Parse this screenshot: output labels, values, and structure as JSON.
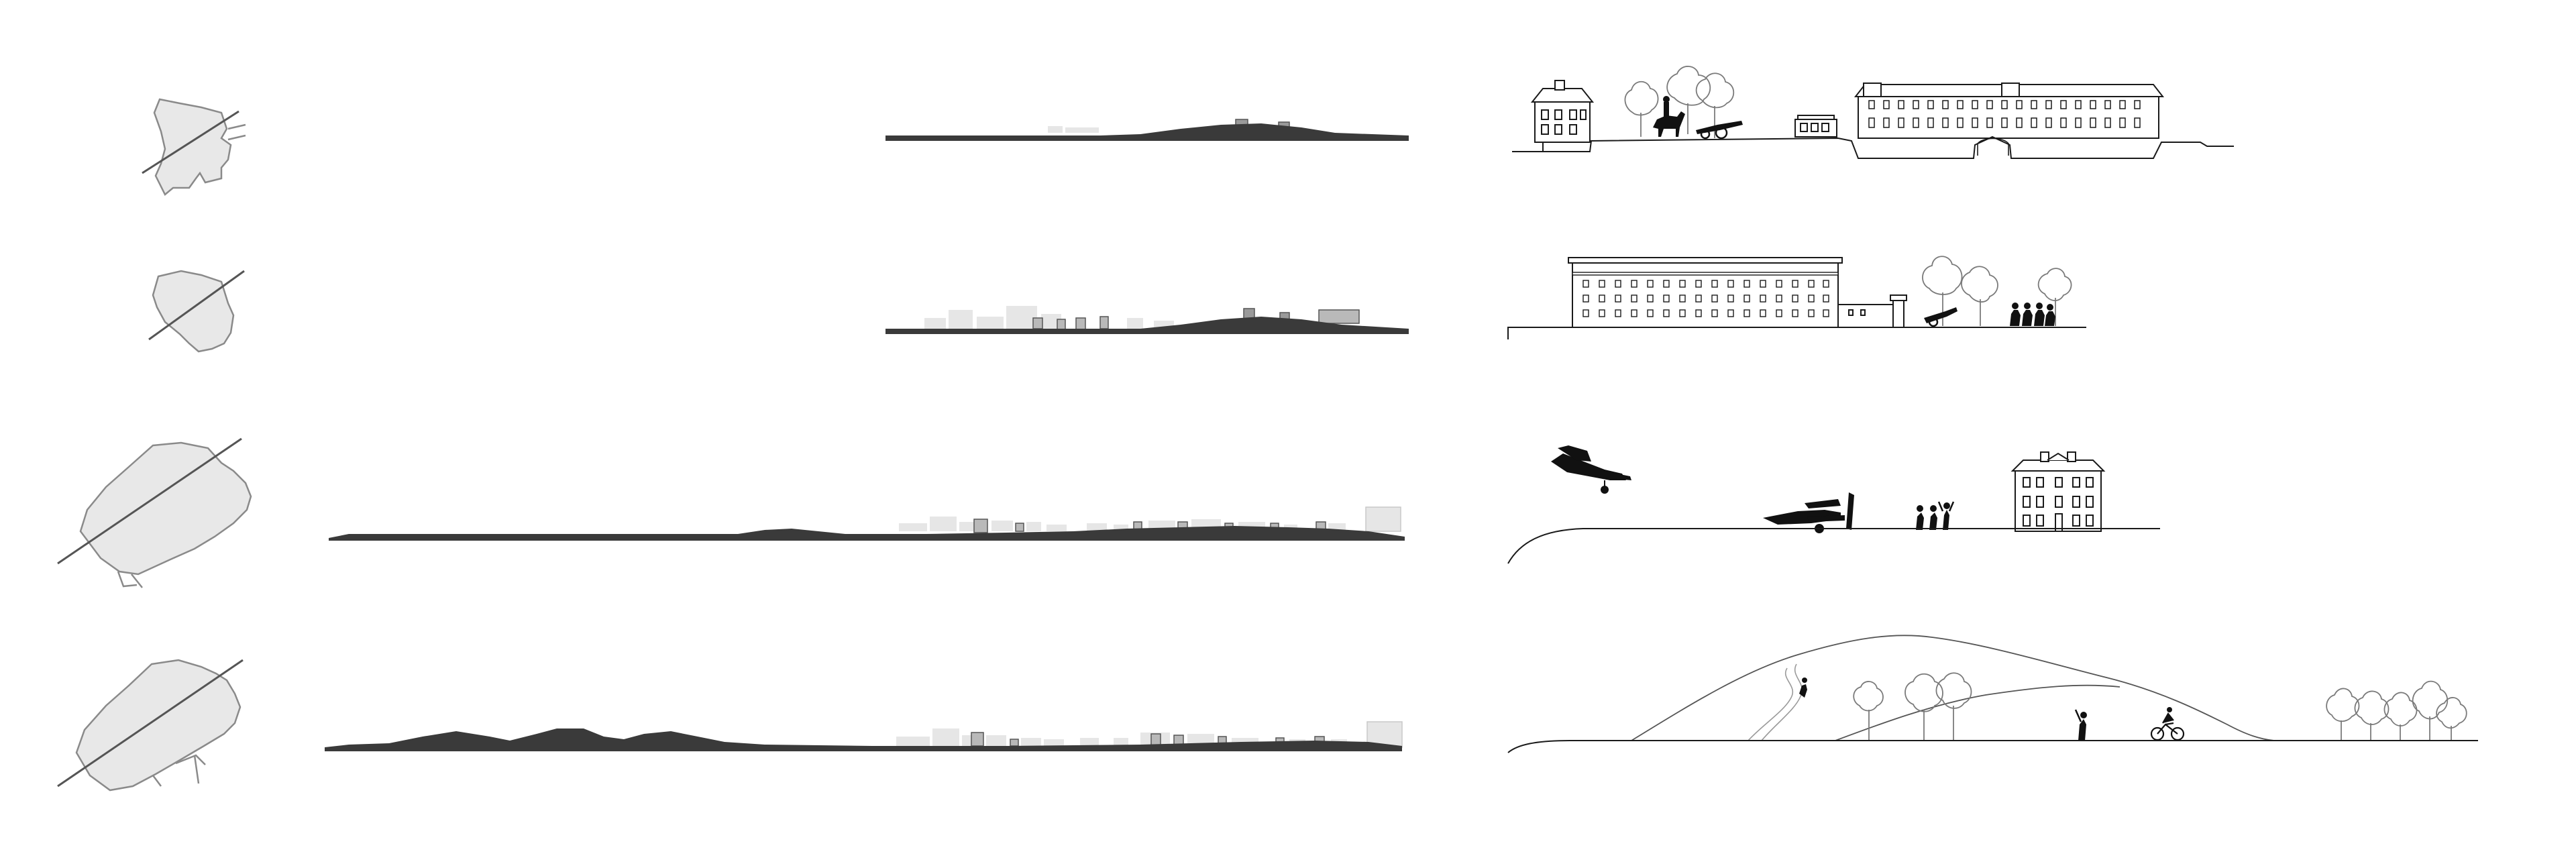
{
  "rows": [
    {
      "id": "row-1",
      "era": "military-fort"
    },
    {
      "id": "row-2",
      "era": "barracks"
    },
    {
      "id": "row-3",
      "era": "airfield"
    },
    {
      "id": "row-4",
      "era": "landscape-park"
    }
  ],
  "colors": {
    "site_fill": "#e8e8e8",
    "site_stroke": "#8a8a8a",
    "ground": "#3a3a3a",
    "light_building": "#e6e6e6",
    "mid_building": "#b9b9b9",
    "dark_building": "#9a9a9a",
    "line": "#1a1a1a",
    "tree_stroke": "#7a7a7a"
  },
  "icons": [
    "site-plan-icon",
    "section-line-icon",
    "building-icon",
    "tree-icon",
    "cannon-icon",
    "horse-rider-icon",
    "biplane-icon",
    "person-icon",
    "cyclist-icon"
  ]
}
